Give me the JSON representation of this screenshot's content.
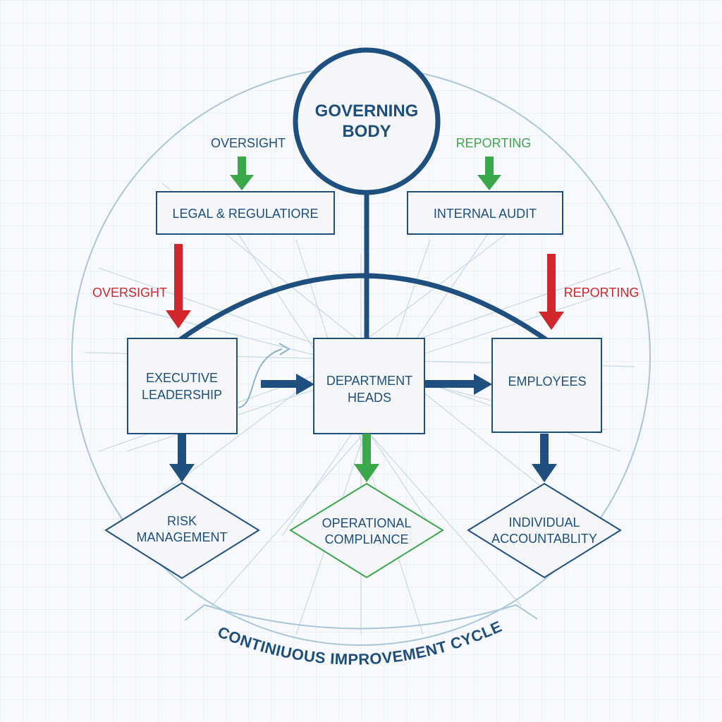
{
  "nodes": {
    "governing_body": [
      "GOVERNING",
      "BODY"
    ],
    "legal": "LEGAL & REGULATIORE",
    "internal_audit": "INTERNAL AUDIT",
    "executive": [
      "EXECUTIVE",
      "LEADERSHIP"
    ],
    "department": [
      "DEPARTMENT",
      "HEADS"
    ],
    "employees": "EMPLOYEES",
    "risk": [
      "RISK",
      "MANAGEMENT"
    ],
    "operational": [
      "OPERATIONAL",
      "COMPLIANCE"
    ],
    "individual": [
      "INDIVIDUAL",
      "ACCOUNTABLITY"
    ]
  },
  "flows": {
    "oversight_top": "OVERSIGHT",
    "reporting_top": "REPORTING",
    "oversight_side": "OVERSIGHT",
    "reporting_side": "REPORTING"
  },
  "cycle_label": "CONTINIUOUS IMPROVEMENT CYCLE",
  "colors": {
    "primary": "#1e4f7e",
    "green": "#3aa84a",
    "red": "#d1262b",
    "grid": "#dde6ef",
    "circle": "#a9c7d9"
  }
}
